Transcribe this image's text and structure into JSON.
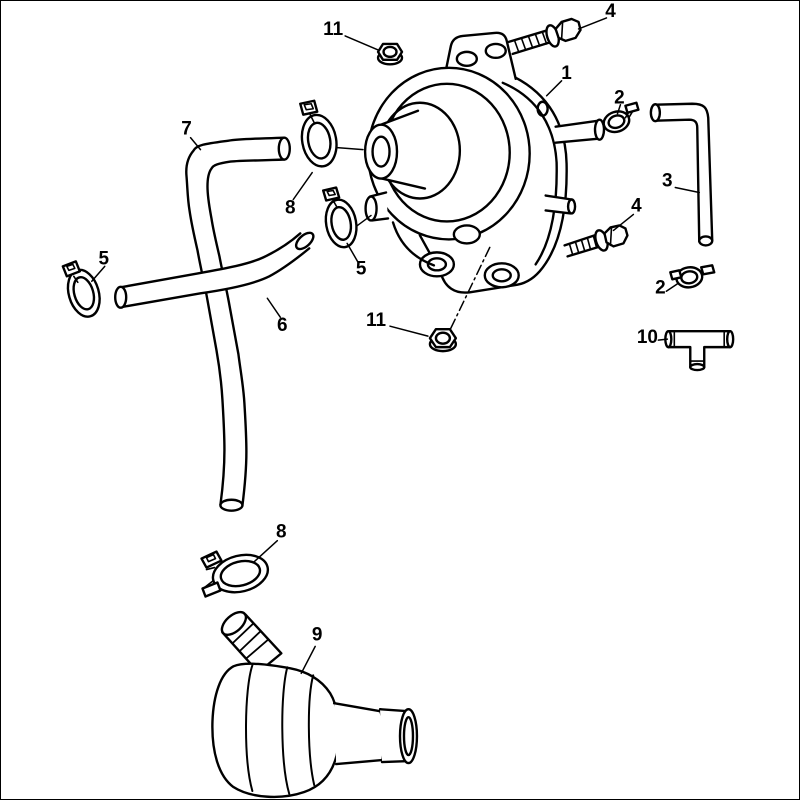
{
  "page": {
    "background_color": "#ffffff",
    "line_color": "#000000"
  },
  "diagram": {
    "type": "exploded-parts-diagram",
    "description": "Exploded view parts diagram of a pump assembly with mounting bolts, nuts, hoses, clamps, tee fitting and check valve",
    "parts": [
      {
        "callout": "1",
        "name": "pump-assembly"
      },
      {
        "callout": "2",
        "name": "hose-clamp-small-upper"
      },
      {
        "callout": "2",
        "name": "hose-clamp-small-lower"
      },
      {
        "callout": "3",
        "name": "elbow-hose"
      },
      {
        "callout": "4",
        "name": "flange-bolt-upper"
      },
      {
        "callout": "4",
        "name": "flange-bolt-lower"
      },
      {
        "callout": "5",
        "name": "spring-clamp-left"
      },
      {
        "callout": "5",
        "name": "spring-clamp-middle"
      },
      {
        "callout": "6",
        "name": "short-hose"
      },
      {
        "callout": "7",
        "name": "long-hose"
      },
      {
        "callout": "8",
        "name": "spring-clamp-upper"
      },
      {
        "callout": "8",
        "name": "spring-clamp-lower"
      },
      {
        "callout": "9",
        "name": "check-valve"
      },
      {
        "callout": "10",
        "name": "tee-fitting"
      },
      {
        "callout": "11",
        "name": "flange-nut-upper"
      },
      {
        "callout": "11",
        "name": "flange-nut-lower"
      }
    ]
  }
}
